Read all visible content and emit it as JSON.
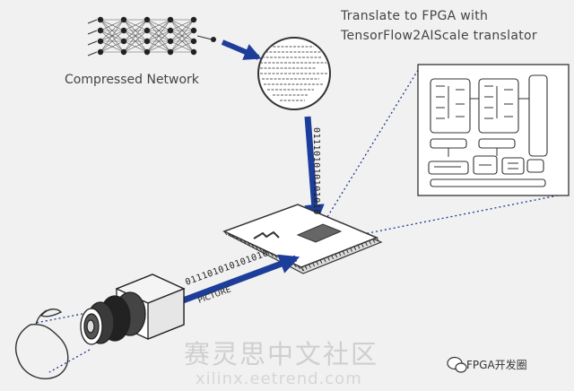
{
  "labels": {
    "translate_line1": "Translate to FPGA with",
    "translate_line2": "TensorFlow2AIScale translator",
    "compressed_network": "Compressed Network",
    "bits_vertical": "011101010101010",
    "bits_camera": "011101010101010",
    "picture": "PICTURE"
  },
  "watermark": {
    "chinese": "赛灵思中文社区",
    "url": "xilinx.eetrend.com"
  },
  "brand": {
    "name": "FPGA开发圈"
  },
  "colors": {
    "arrow": "#1c3e9a",
    "outline": "#333333",
    "dotted_line": "#1e3a8a",
    "chip_highlight": "#666666"
  },
  "icons": [
    "neural-network-icon",
    "code-magnifier-icon",
    "fpga-chip-icon",
    "camera-icon",
    "pear-icon",
    "wechat-icon"
  ]
}
